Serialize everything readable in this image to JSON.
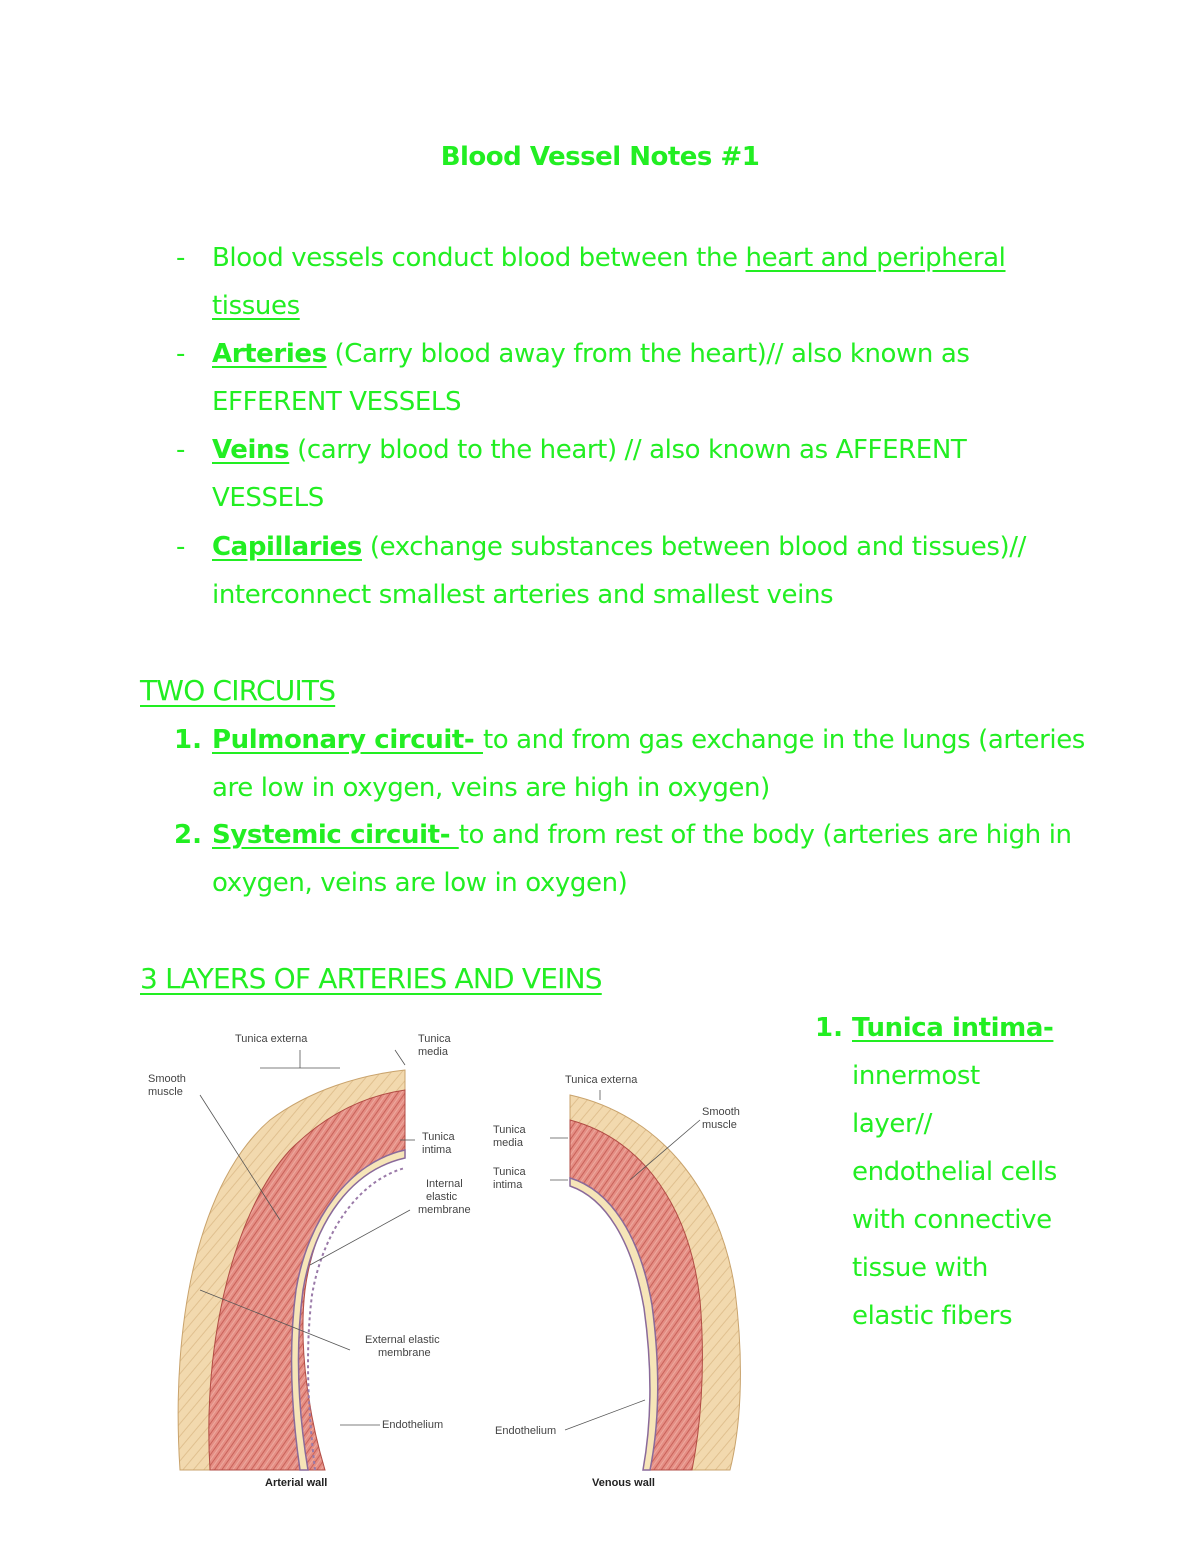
{
  "title": "Blood Vessel Notes #1",
  "bullets": {
    "b1": {
      "dash": "-",
      "text": "Blood vessels conduct blood between the ",
      "underlined": "heart and peripheral ",
      "cont": "tissues "
    },
    "b2": {
      "dash": "-",
      "term": "Arteries",
      "text": " (Carry blood away from the heart)//  also known as",
      "cont": "EFFERENT VESSELS"
    },
    "b3": {
      "dash": "-",
      "term": "Veins",
      "text": " (carry blood to the heart) // also known as AFFERENT",
      "cont": "VESSELS"
    },
    "b4": {
      "dash": "-",
      "term": "Capillaries",
      "text": " (exchange substances between blood and tissues)//",
      "cont": "interconnect smallest arteries and smallest veins"
    }
  },
  "circuits": {
    "heading": "TWO CIRCUITS ",
    "c1": {
      "num": "1.",
      "term": "Pulmonary circuit- ",
      "text": "to and from gas exchange in the lungs (arteries",
      "cont": "are low in oxygen, veins are high in oxygen)"
    },
    "c2": {
      "num": "2.",
      "term": "Systemic circuit- ",
      "text": "to and from rest of the body (arteries are high in",
      "cont": "oxygen, veins are low in oxygen)"
    }
  },
  "layers": {
    "heading": "3 LAYERS OF ARTERIES AND VEINS ",
    "item1": {
      "num": "1.",
      "term": "Tunica intima-",
      "lines": [
        "innermost",
        "layer//",
        "endothelial cells",
        "with connective",
        "tissue with",
        "elastic fibers"
      ]
    }
  },
  "diagram": {
    "labels": {
      "tunica_externa_a": "Tunica externa",
      "tunica_media_a1": "Tunica",
      "tunica_media_a2": "media",
      "smooth_muscle_a1": "Smooth",
      "smooth_muscle_a2": "muscle",
      "tunica_intima_a1": "Tunica",
      "tunica_intima_a2": "intima",
      "internal_elastic1": "Internal",
      "internal_elastic2": "elastic",
      "internal_elastic3": "membrane",
      "external_elastic1": "External elastic",
      "external_elastic2": "membrane",
      "endothelium_a": "Endothelium",
      "arterial_wall": "Arterial wall",
      "tunica_externa_v": "Tunica externa",
      "tunica_media_v1": "Tunica",
      "tunica_media_v2": "media",
      "tunica_intima_v1": "Tunica",
      "tunica_intima_v2": "intima",
      "smooth_muscle_v1": "Smooth",
      "smooth_muscle_v2": "muscle",
      "endothelium_v": "Endothelium",
      "venous_wall": "Venous wall"
    }
  },
  "colors": {
    "text": "#22ee22",
    "background": "#ffffff",
    "muscle": "#e08a80",
    "externa": "#f1d6a8"
  }
}
